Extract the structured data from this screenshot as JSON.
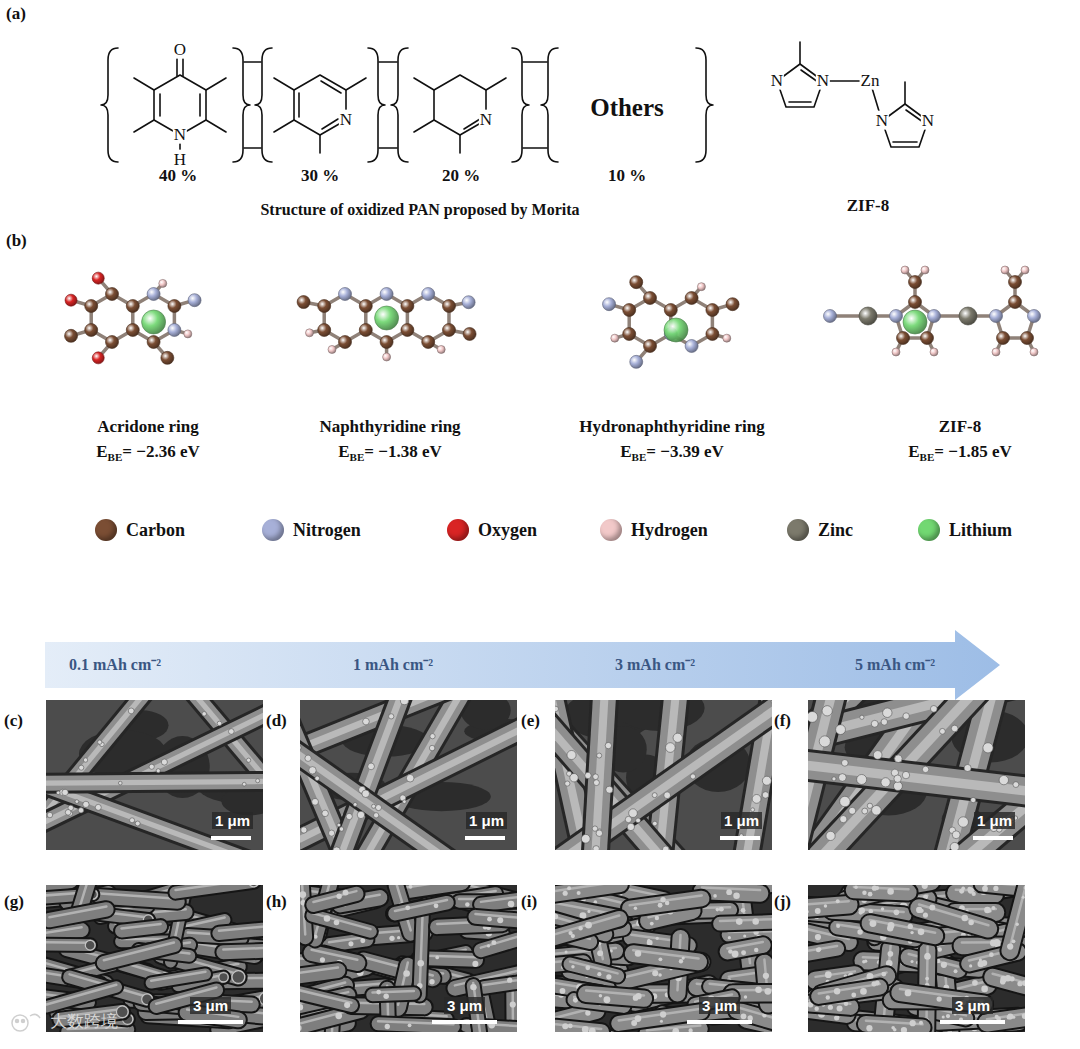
{
  "diagram": {
    "nodes": [
      {
        "text": [
          "0.1 mAh cm⁻²",
          "1 mAh cm⁻²",
          "3 mAh cm⁻²",
          "5 mAh cm⁻²"
        ]
      },
      {
        "text": [
          "1 μm"
        ]
      },
      {
        "text": [
          "1 μm"
        ]
      },
      {
        "text": [
          "1 μm"
        ]
      },
      {
        "text": [
          "1 μm"
        ]
      },
      {
        "text": [
          "3 μm"
        ]
      },
      {
        "text": [
          "3 μm"
        ]
      },
      {
        "text": [
          "3 μm"
        ]
      },
      {
        "text": [
          "3 μm"
        ]
      }
    ],
    "labels": [
      "(a)",
      "O",
      "N",
      "H",
      "N",
      "N",
      "Others",
      "40 %",
      "30 %",
      "20 %",
      "10 %",
      "Structure of oxidized PAN proposed by Morita",
      "N",
      "N",
      "Zn",
      "N",
      "N",
      "ZIF-8",
      "(b)",
      "Acridone ring",
      "E",
      "BE",
      "= −2.36 eV",
      "Naphthyridine ring",
      "E",
      "BE",
      "= −1.38 eV",
      "Hydronaphthyridine ring",
      "E",
      "BE",
      "= −3.39 eV",
      "ZIF-8",
      "E",
      "BE",
      "= −1.85 eV",
      "(c)",
      "(d)",
      "(e)",
      "(f)",
      "(g)",
      "(h)",
      "(i)",
      "(j)",
      "大数跨境"
    ],
    "legend": [
      {
        "text": "Carbon",
        "color": "#7b4e34"
      },
      {
        "text": "Nitrogen",
        "color": "#a7b0d8"
      },
      {
        "text": "Oxygen",
        "color": "#d92424"
      },
      {
        "text": "Hydrogen",
        "color": "#f2c9c9"
      },
      {
        "text": "Zinc",
        "color": "#7c7a6c"
      },
      {
        "text": "Lithium",
        "color": "#72d872"
      }
    ]
  }
}
